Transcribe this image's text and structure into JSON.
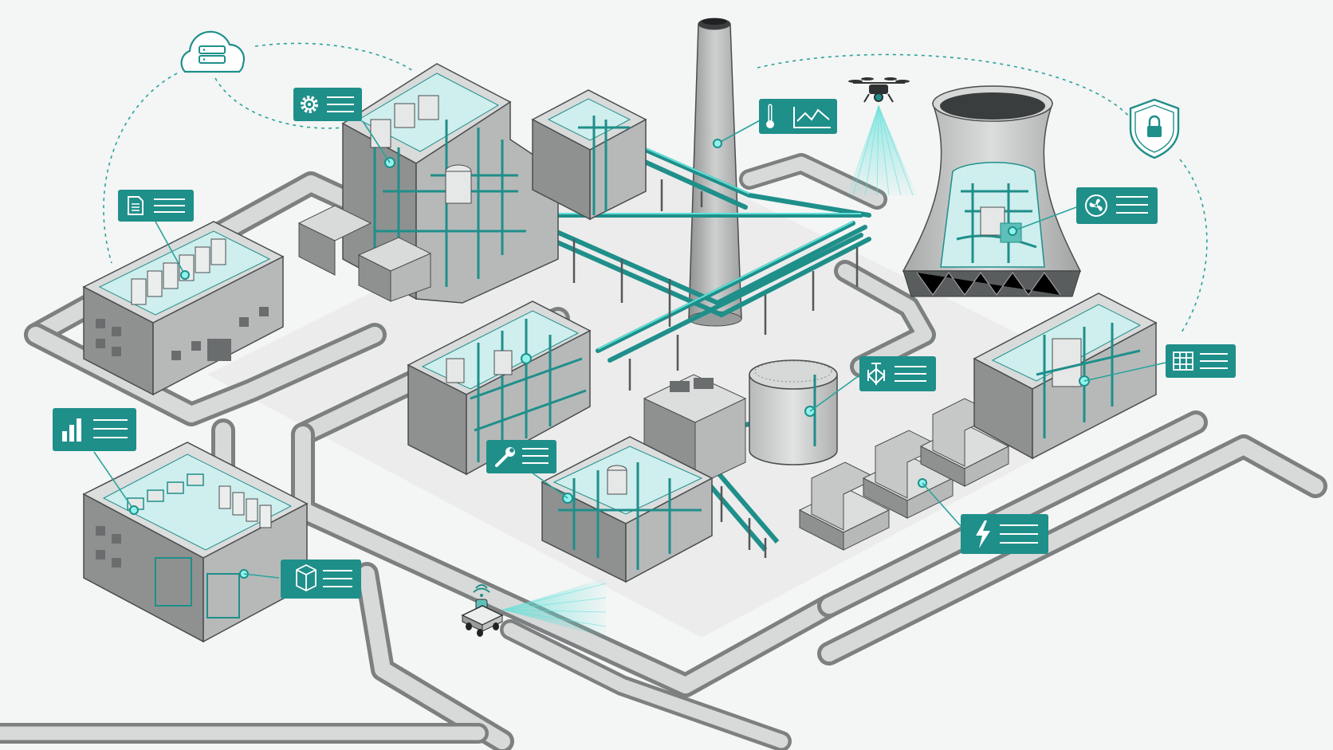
{
  "palette": {
    "accent": "#1f8f8a",
    "accent_light": "#5fe0d8",
    "glow": "#8ff3ec",
    "building_top": "#d9dada",
    "building_left": "#8f9191",
    "building_right": "#b7b9b9",
    "outline": "#4a4d4e",
    "road": "#8a8c8c",
    "ground": "#f4f5f5"
  },
  "callouts": [
    {
      "id": "cloud",
      "icon": "cloud-server-icon"
    },
    {
      "id": "settings",
      "icon": "gear-icon"
    },
    {
      "id": "document",
      "icon": "document-icon"
    },
    {
      "id": "temperature",
      "icon": "thermometer-icon"
    },
    {
      "id": "fan",
      "icon": "fan-icon"
    },
    {
      "id": "security",
      "icon": "shield-lock-icon"
    },
    {
      "id": "analytics",
      "icon": "bar-chart-icon"
    },
    {
      "id": "valve",
      "icon": "valve-icon"
    },
    {
      "id": "module",
      "icon": "grid-module-icon"
    },
    {
      "id": "maintenance",
      "icon": "wrench-icon"
    },
    {
      "id": "inventory",
      "icon": "box-icon"
    },
    {
      "id": "power",
      "icon": "lightning-icon"
    }
  ],
  "devices": [
    {
      "id": "drone",
      "icon": "drone-icon"
    },
    {
      "id": "robot",
      "icon": "robot-rover-icon"
    }
  ]
}
